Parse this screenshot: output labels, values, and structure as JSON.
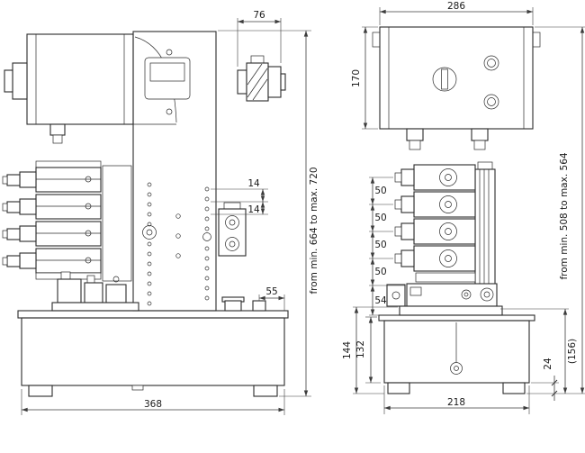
{
  "left_view": {
    "dims": {
      "coupling_width": "76",
      "hole_pitch_a": "14",
      "hole_pitch_b": "14",
      "outlet_offset": "55",
      "base_width": "368",
      "overall_height": "from min. 664 to max. 720"
    }
  },
  "right_view": {
    "dims": {
      "motor_width": "286",
      "motor_height": "170",
      "valve_pitch_1": "50",
      "valve_pitch_2": "50",
      "valve_pitch_3": "50",
      "valve_pitch_4": "50",
      "valve_base": "54",
      "base_height": "144",
      "tank_height": "132",
      "foot_height": "24",
      "tank_total": "(156)",
      "tank_width": "218",
      "overall_height": "from min. 508 to max. 564"
    }
  }
}
